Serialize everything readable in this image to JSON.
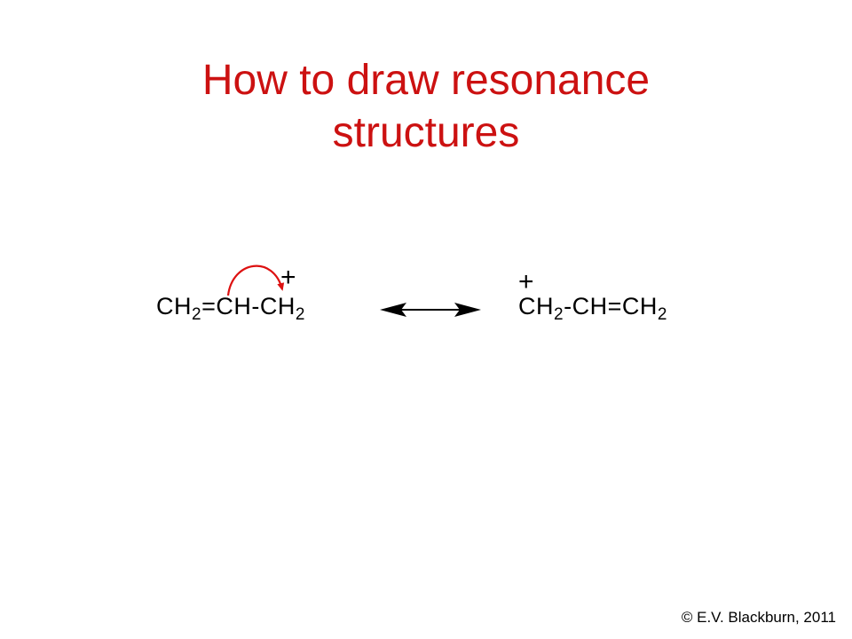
{
  "title": {
    "line1": "How to draw resonance",
    "line2": "structures",
    "color": "#cc1111"
  },
  "left_structure": {
    "charge": "+",
    "parts": [
      "CH",
      "2",
      "=CH-CH",
      "2"
    ]
  },
  "right_structure": {
    "charge": "+",
    "parts": [
      "CH",
      "2",
      "-CH=CH",
      "2"
    ]
  },
  "resonance_arrow": {
    "icon": "double-headed-arrow-icon",
    "color": "#000000"
  },
  "curved_arrow": {
    "icon": "curved-electron-arrow-icon",
    "color": "#dd1111"
  },
  "footer": {
    "copyright": "© E.V. Blackburn, 2011"
  }
}
